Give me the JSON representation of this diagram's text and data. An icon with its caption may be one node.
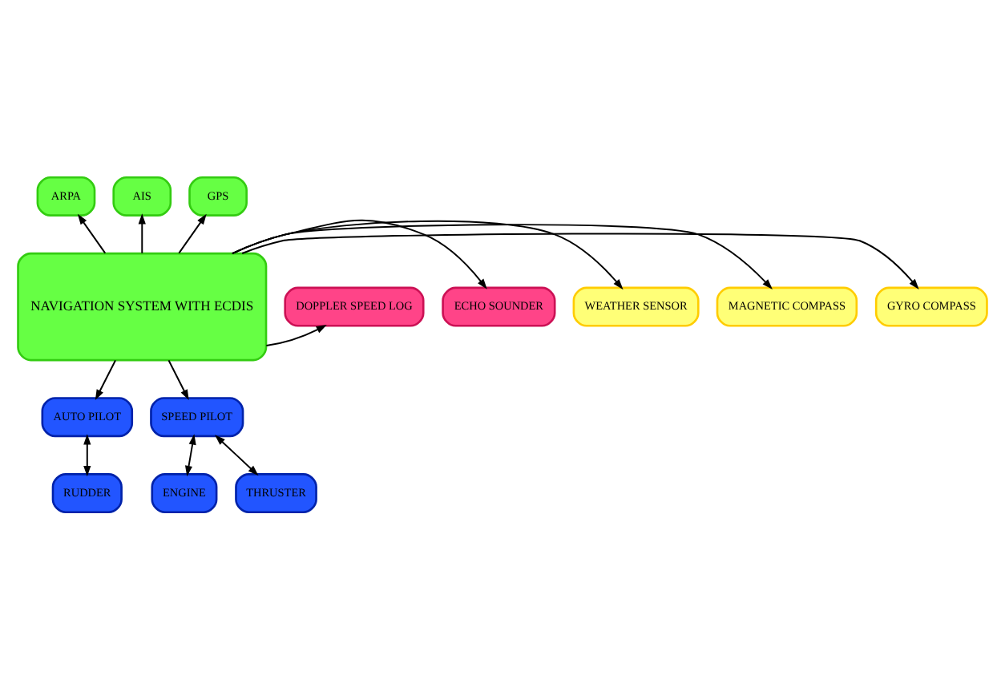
{
  "diagram": {
    "nodes": [
      {
        "text": [
          "ARPA"
        ]
      },
      {
        "text": [
          "AIS"
        ]
      },
      {
        "text": [
          "GPS"
        ]
      },
      {
        "text": [
          "WEATHER SENSOR"
        ]
      },
      {
        "text": [
          "MAGNETIC COMPASS"
        ]
      },
      {
        "text": [
          "GYRO COMPASS"
        ]
      },
      {
        "text": [
          "NAVIGATION SYSTEM WITH ECDIS"
        ]
      },
      {
        "text": [
          "DOPPLER SPEED LOG"
        ]
      },
      {
        "text": [
          "ECHO SOUNDER"
        ]
      },
      {
        "text": [
          "AUTO PILOT"
        ]
      },
      {
        "text": [
          "SPEED PILOT"
        ]
      },
      {
        "text": [
          "RUDDER"
        ]
      },
      {
        "text": [
          "ENGINE"
        ]
      },
      {
        "text": [
          "THRUSTER"
        ]
      }
    ],
    "edges": [
      {
        "from": 6,
        "to": 0,
        "arrow": "to"
      },
      {
        "from": 6,
        "to": 1,
        "arrow": "to"
      },
      {
        "from": 6,
        "to": 2,
        "arrow": "to"
      },
      {
        "from": 6,
        "to": 3,
        "arrow": "to"
      },
      {
        "from": 6,
        "to": 4,
        "arrow": "to"
      },
      {
        "from": 6,
        "to": 5,
        "arrow": "to"
      },
      {
        "from": 6,
        "to": 7,
        "arrow": "to"
      },
      {
        "from": 6,
        "to": 8,
        "arrow": "to"
      },
      {
        "from": 6,
        "to": 9,
        "arrow": "to"
      },
      {
        "from": 6,
        "to": 10,
        "arrow": "to"
      },
      {
        "from": 9,
        "to": 11,
        "arrow": "both"
      },
      {
        "from": 10,
        "to": 12,
        "arrow": "both"
      },
      {
        "from": 10,
        "to": 13,
        "arrow": "both"
      }
    ]
  }
}
